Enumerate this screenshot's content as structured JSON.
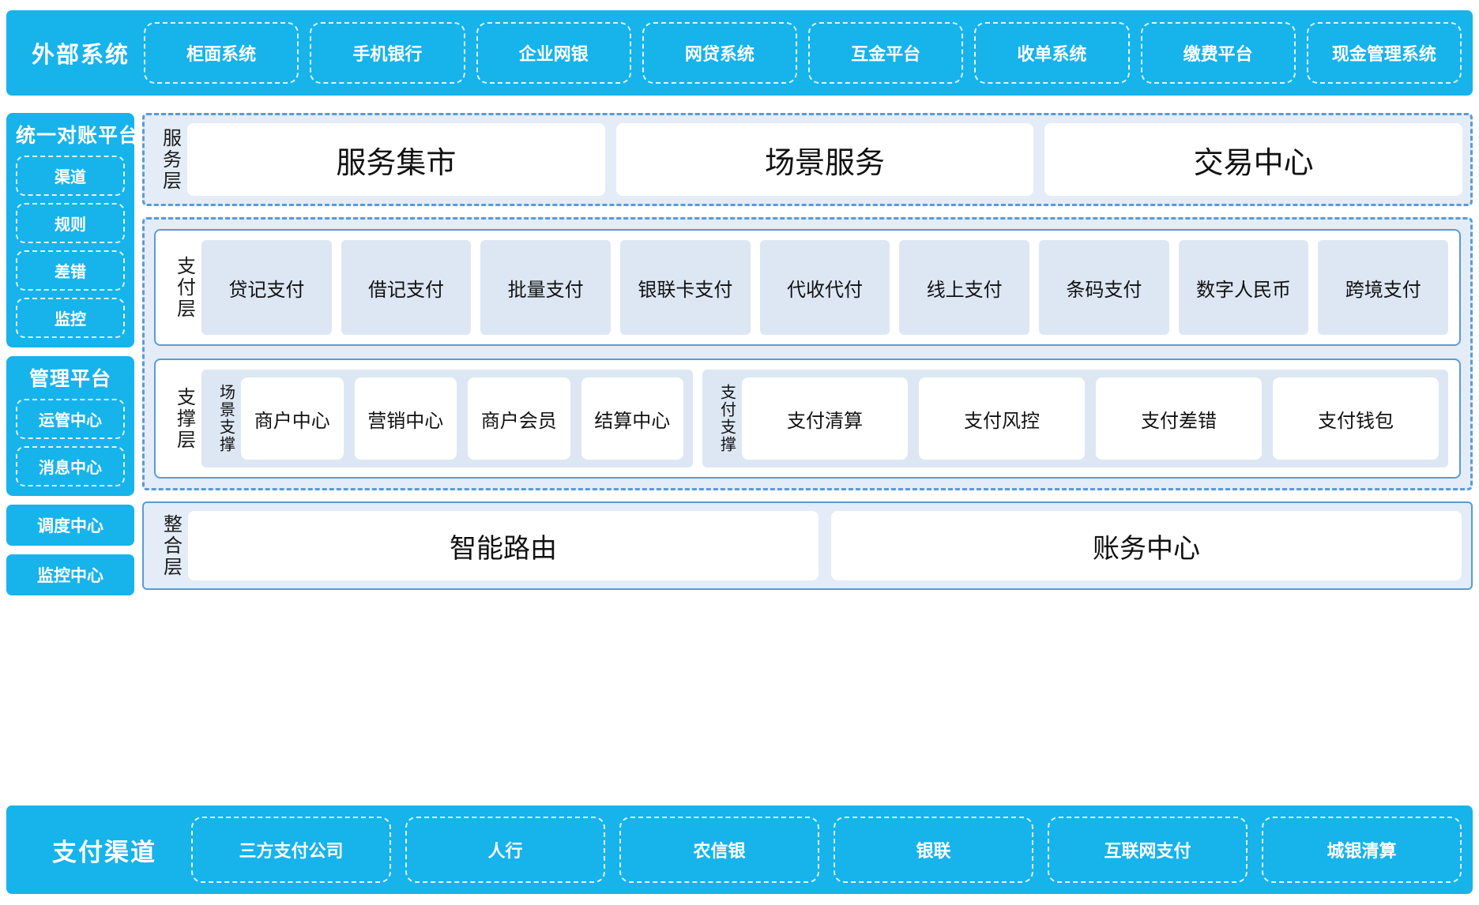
{
  "external": {
    "title": "外部系统",
    "items": [
      "柜面系统",
      "手机银行",
      "企业网银",
      "网贷系统",
      "互金平台",
      "收单系统",
      "缴费平台",
      "现金管理系统"
    ]
  },
  "sidebar": {
    "reconciliation": {
      "title": "统一对账平台",
      "items": [
        "渠道",
        "规则",
        "差错",
        "监控"
      ]
    },
    "management": {
      "title": "管理平台",
      "items": [
        "运管中心",
        "消息中心"
      ]
    },
    "standalone": [
      "调度中心",
      "监控中心"
    ]
  },
  "service_layer": {
    "label": "服务层",
    "items": [
      "服务集市",
      "场景服务",
      "交易中心"
    ]
  },
  "payment_layer": {
    "label": "支付层",
    "items": [
      "贷记支付",
      "借记支付",
      "批量支付",
      "银联卡支付",
      "代收代付",
      "线上支付",
      "条码支付",
      "数字人民币",
      "跨境支付"
    ]
  },
  "support_layer": {
    "label": "支撑层",
    "scene": {
      "label": "场景支撑",
      "items": [
        "商户中心",
        "营销中心",
        "商户会员",
        "结算中心"
      ]
    },
    "payment_support": {
      "label": "支付支撑",
      "items": [
        "支付清算",
        "支付风控",
        "支付差错",
        "支付钱包"
      ]
    }
  },
  "integration_layer": {
    "label": "整合层",
    "items": [
      "智能路由",
      "账务中心"
    ]
  },
  "channel": {
    "title": "支付渠道",
    "items": [
      "三方支付公司",
      "人行",
      "农信银",
      "银联",
      "互联网支付",
      "城银清算"
    ]
  },
  "colors": {
    "cyan": "#17b3eb",
    "dash_blue": "#5b9bd5",
    "panel_bg": "#e3ecf7",
    "tile_bg": "#dde7f4"
  }
}
